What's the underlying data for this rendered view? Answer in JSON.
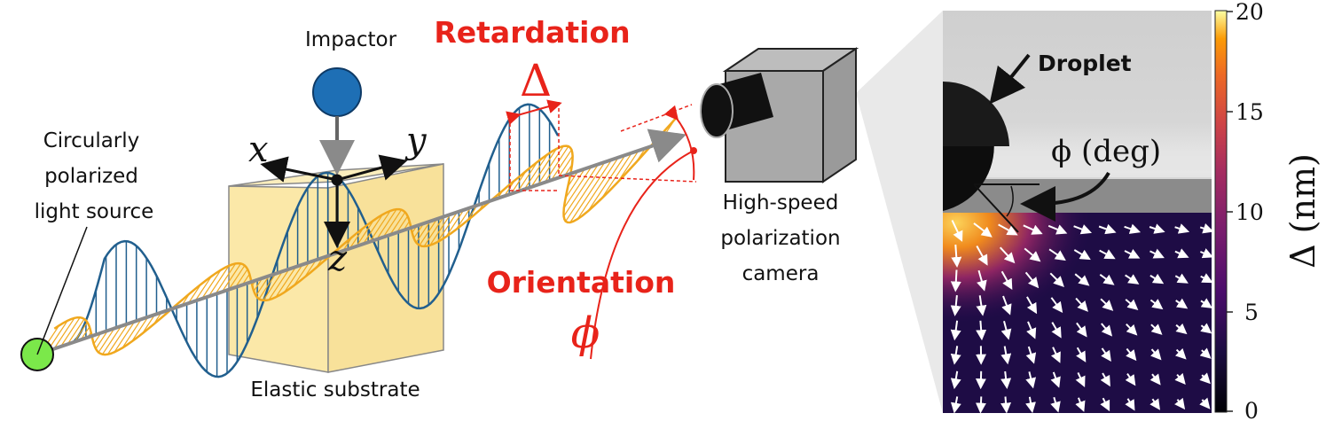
{
  "labels": {
    "impactor": "Impactor",
    "source_line1": "Circularly",
    "source_line2": "polarized",
    "source_line3": "light source",
    "substrate": "Elastic substrate",
    "retardation": "Retardation",
    "retardation_symbol": "Δ",
    "orientation": "Orientation",
    "orientation_symbol": "ϕ",
    "camera_line1": "High-speed",
    "camera_line2": "polarization",
    "camera_line3": "camera",
    "axis_x": "x",
    "axis_y": "y",
    "axis_z": "z",
    "droplet": "Droplet",
    "phi_deg": "ϕ (deg)"
  },
  "colorbar": {
    "title": "Δ (nm)",
    "ticks": [
      "20",
      "15",
      "10",
      "5",
      "0"
    ]
  },
  "colors": {
    "accent_red": "#e8231a",
    "wave_orange": "#f0a81e",
    "wave_blue": "#215f8e",
    "cube_fill": "#fbe8a8",
    "impactor_blue": "#1e6fb5",
    "source_green": "#7be84a"
  }
}
